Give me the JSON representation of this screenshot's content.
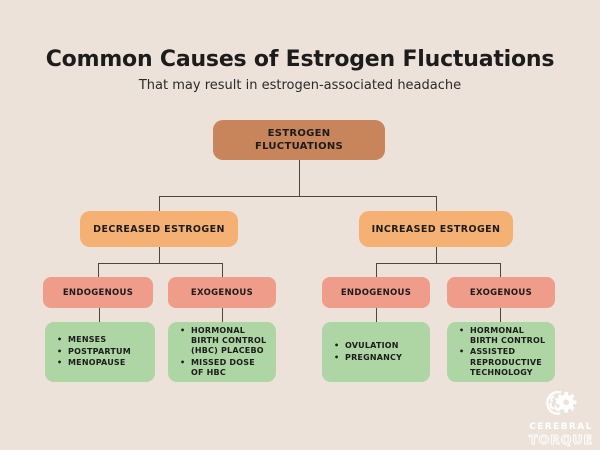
{
  "header": {
    "title": "Common Causes of Estrogen Fluctuations",
    "subtitle": "That may result in estrogen-associated headache"
  },
  "diagram": {
    "root": {
      "label": "ESTROGEN FLUCTUATIONS"
    },
    "branches": [
      {
        "label": "DECREASED ESTROGEN",
        "children": [
          {
            "label": "ENDOGENOUS",
            "items": [
              "MENSES",
              "POSTPARTUM",
              "MENOPAUSE"
            ]
          },
          {
            "label": "EXOGENOUS",
            "items": [
              "HORMONAL BIRTH CONTROL (HBC) PLACEBO",
              "MISSED DOSE OF HBC"
            ]
          }
        ]
      },
      {
        "label": "INCREASED ESTROGEN",
        "children": [
          {
            "label": "ENDOGENOUS",
            "items": [
              "OVULATION",
              "PREGNANCY"
            ]
          },
          {
            "label": "EXOGENOUS",
            "items": [
              "HORMONAL BIRTH CONTROL",
              "ASSISTED REPRODUCTIVE TECHNOLOGY"
            ]
          }
        ]
      }
    ]
  },
  "logo": {
    "icon": "brain-gear-icon",
    "line1": "CEREBRAL",
    "line2": "TORQUE"
  },
  "colors": {
    "background": "#ece2d9",
    "root_box": "#c8845a",
    "branch_box": "#f5b173",
    "type_box": "#ef9c8b",
    "leaf_box": "#aed5a4",
    "connector": "#4d463e",
    "text": "#1c1c1c",
    "logo": "#ffffff"
  }
}
